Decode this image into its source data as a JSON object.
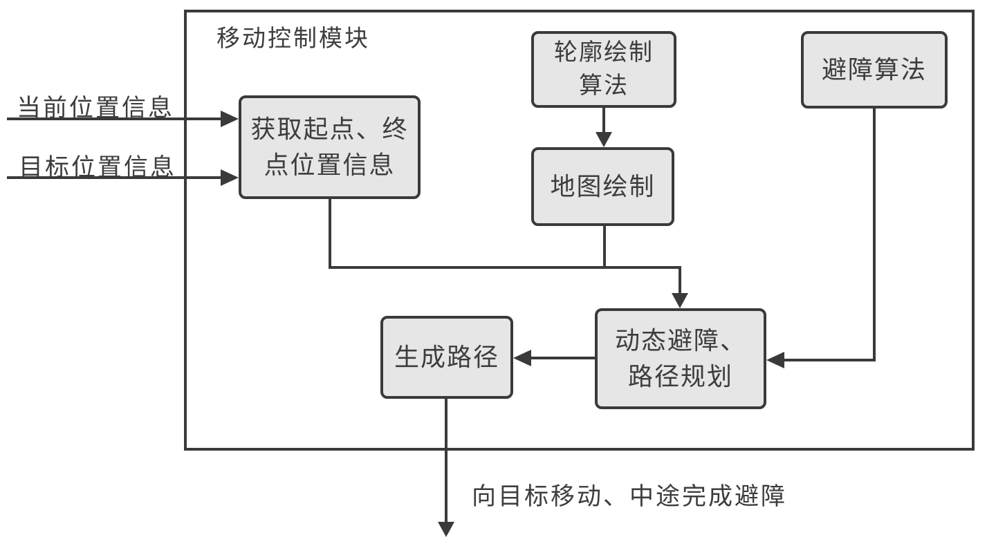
{
  "diagram": {
    "title": "移动控制模块",
    "inputs": {
      "current_position": "当前位置信息",
      "target_position": "目标位置信息"
    },
    "nodes": {
      "get_position": "获取起点、终\n点位置信息",
      "contour_algorithm": "轮廓绘制\n算法",
      "map_drawing": "地图绘制",
      "obstacle_algorithm": "避障算法",
      "dynamic_avoidance": "动态避障、\n路径规划",
      "generate_path": "生成路径"
    },
    "output": "向目标移动、中途完成避障",
    "colors": {
      "box_fill": "#e6e6e6",
      "box_border": "#3a3a3a",
      "line": "#3a3a3a",
      "text": "#3d3d3d",
      "background": "#ffffff"
    }
  }
}
